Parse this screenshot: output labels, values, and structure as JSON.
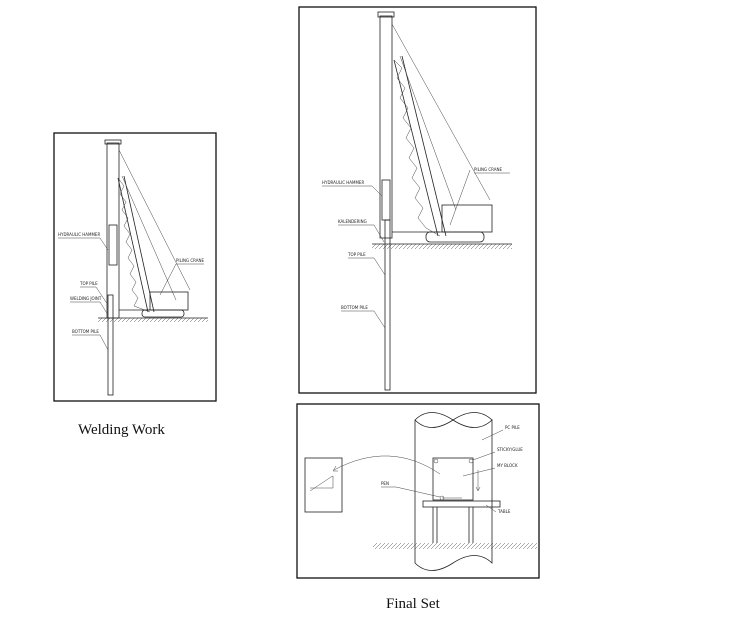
{
  "figures": [
    {
      "caption": "Welding Work",
      "labels": {
        "hammer": "HYDRAULIC HAMMER",
        "crane": "PILING CRANE",
        "top_pile": "TOP PILE",
        "joint": "WELDING JOINT",
        "bottom_pile": "BOTTOM PILE"
      }
    },
    {
      "caption": "",
      "labels": {
        "hammer": "HYDRAULIC HAMMER",
        "crane": "PILING CRANE",
        "kalendering": "KALENDERING",
        "top_pile": "TOP PILE",
        "bottom_pile": "BOTTOM PILE"
      }
    },
    {
      "caption": "Final Set",
      "labels": {
        "pc_pile": "PC PILE",
        "glue": "STICKY/GLUE",
        "block": "MY BLOCK",
        "pen": "PEN",
        "table": "TABLE"
      }
    }
  ]
}
